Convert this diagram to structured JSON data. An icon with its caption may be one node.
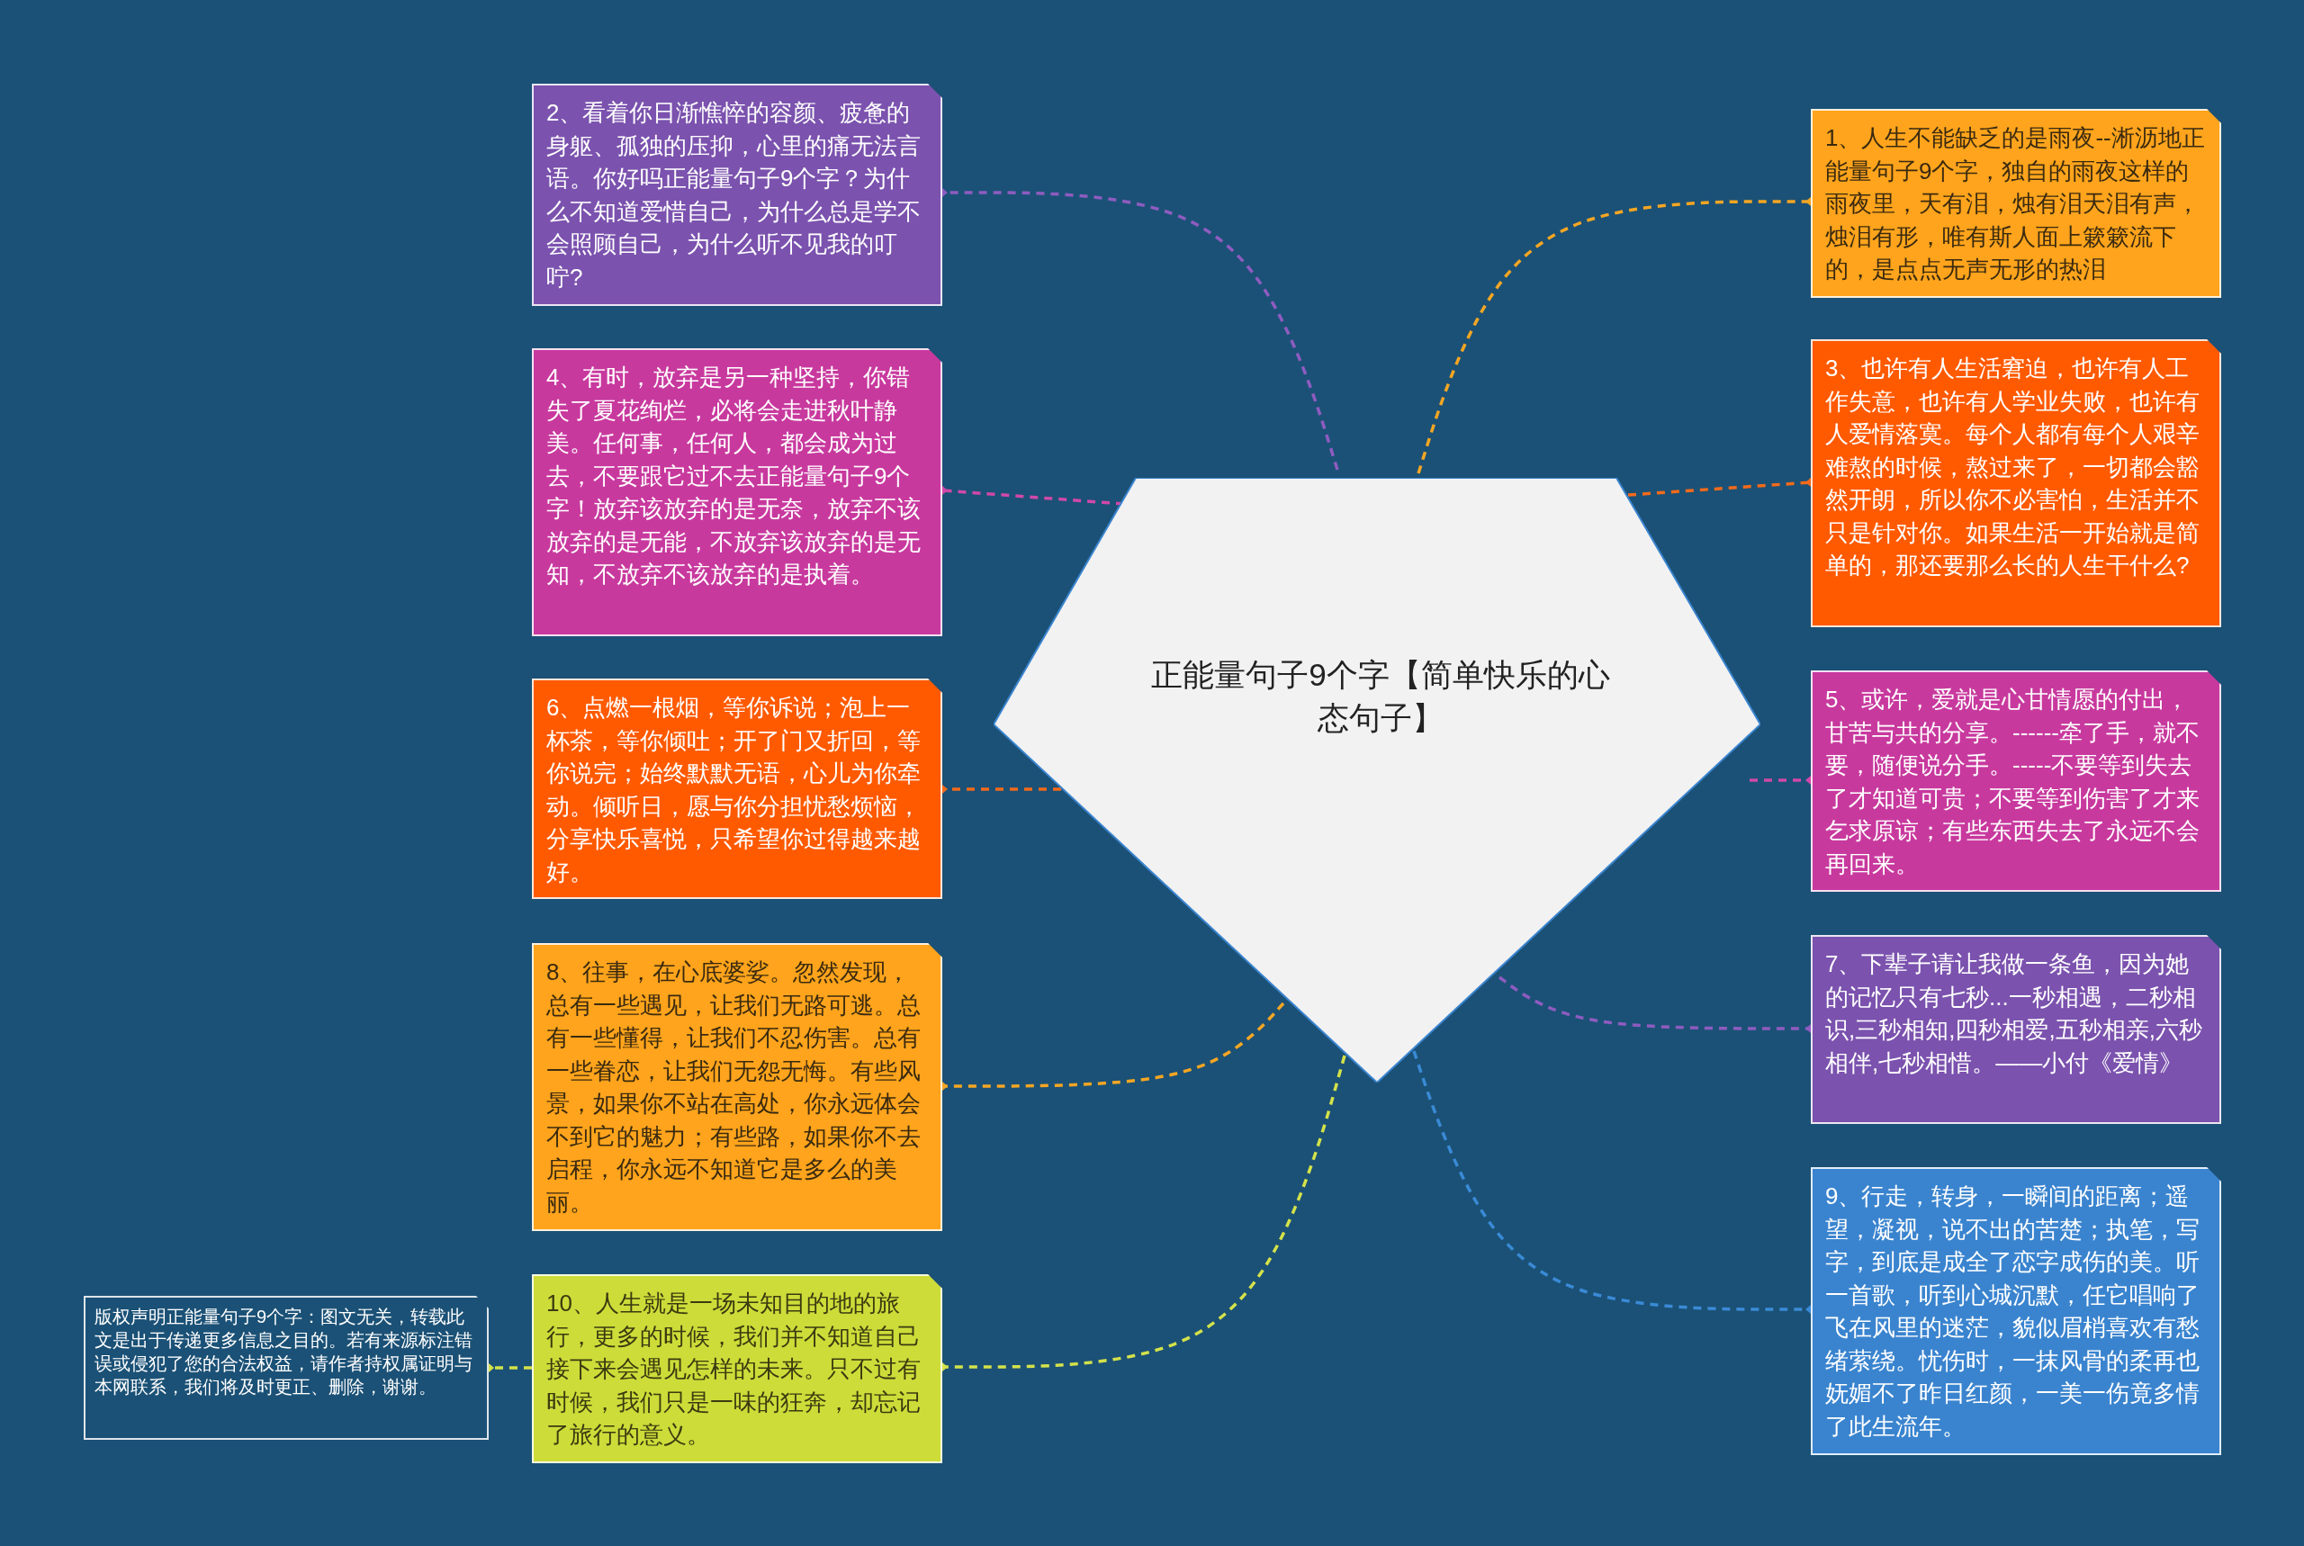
{
  "diagram": {
    "nodes": [
      {
        "text": [
          "正能量句子9个字【简单快乐的心态句子】"
        ]
      },
      {
        "text": [
          "1、人生不能缺乏的是雨夜--淅沥地正能量句子9个字，独自的雨夜这样的雨夜里，天有泪，烛有泪天泪有声，烛泪有形，唯有斯人面上簌簌流下的，是点点无声无形的热泪"
        ]
      },
      {
        "text": [
          "2、看着你日渐憔悴的容颜、疲惫的身躯、孤独的压抑，心里的痛无法言语。你好吗正能量句子9个字？为什么不知道爱惜自己，为什么总是学不会照顾自己，为什么听不见我的叮咛?"
        ]
      },
      {
        "text": [
          "3、也许有人生活窘迫，也许有人工作失意，也许有人学业失败，也许有人爱情落寞。每个人都有每个人艰辛难熬的时候，熬过来了，一切都会豁然开朗，所以你不必害怕，生活并不只是针对你。如果生活一开始就是简单的，那还要那么长的人生干什么?"
        ]
      },
      {
        "text": [
          "4、有时，放弃是另一种坚持，你错失了夏花绚烂，必将会走进秋叶静美。任何事，任何人，都会成为过去，不要跟它过不去正能量句子9个字！放弃该放弃的是无奈，放弃不该放弃的是无能，不放弃该放弃的是无知，不放弃不该放弃的是执着。"
        ]
      },
      {
        "text": [
          "5、或许，爱就是心甘情愿的付出，甘苦与共的分享。------牵了手，就不要，随便说分手。-----不要等到失去了才知道可贵；不要等到伤害了才来乞求原谅；有些东西失去了永远不会再回来。"
        ]
      },
      {
        "text": [
          "6、点燃一根烟，等你诉说；泡上一杯茶，等你倾吐；开了门又折回，等你说完；始终默默无语，心儿为你牵动。倾听日，愿与你分担忧愁烦恼，分享快乐喜悦，只希望你过得越来越好。"
        ]
      },
      {
        "text": [
          "7、下辈子请让我做一条鱼，因为她的记忆只有七秒...一秒相遇，二秒相识,三秒相知,四秒相爱,五秒相亲,六秒相伴,七秒相惜。——小付《爱情》"
        ]
      },
      {
        "text": [
          "8、往事，在心底婆娑。忽然发现，总有一些遇见，让我们无路可逃。总有一些懂得，让我们不忍伤害。总有一些眷恋，让我们无怨无悔。有些风景，如果你不站在高处，你永远体会不到它的魅力；有些路，如果你不去启程，你永远不知道它是多么的美丽。"
        ]
      },
      {
        "text": [
          "9、行走，转身，一瞬间的距离；遥望，凝视，说不出的苦楚；执笔，写字，到底是成全了恋字成伤的美。听一首歌，听到心城沉默，任它唱响了飞在风里的迷茫，貌似眉梢喜欢有愁绪萦绕。忧伤时，一抹风骨的柔再也妩媚不了昨日红颜，一美一伤竟多情了此生流年。"
        ]
      },
      {
        "text": [
          "10、人生就是一场未知目的地的旅行，更多的时候，我们并不知道自己接下来会遇见怎样的未来。只不过有时候，我们只是一味的狂奔，却忘记了旅行的意义。"
        ]
      },
      {
        "text": [
          "版权声明正能量句子9个字：图文无关，转载此文是出于传递更多信息之目的。若有来源标注错误或侵犯了您的合法权益，请作者持权属证明与本网联系，我们将及时更正、删除，谢谢。"
        ]
      }
    ],
    "edges": [
      {
        "from": 0,
        "to": 1,
        "arrow": "other",
        "style": "dashed",
        "color": "#f5a623"
      },
      {
        "from": 0,
        "to": 2,
        "arrow": "other",
        "style": "dashed",
        "color": "#8e5cc0"
      },
      {
        "from": 0,
        "to": 3,
        "arrow": "other",
        "style": "dashed",
        "color": "#f26a1b"
      },
      {
        "from": 0,
        "to": 4,
        "arrow": "other",
        "style": "dashed",
        "color": "#d048a8"
      },
      {
        "from": 0,
        "to": 5,
        "arrow": "other",
        "style": "dashed",
        "color": "#d048a8"
      },
      {
        "from": 0,
        "to": 6,
        "arrow": "other",
        "style": "dashed",
        "color": "#f26a1b"
      },
      {
        "from": 0,
        "to": 7,
        "arrow": "other",
        "style": "dashed",
        "color": "#8e5cc0"
      },
      {
        "from": 0,
        "to": 8,
        "arrow": "other",
        "style": "dashed",
        "color": "#f5a623"
      },
      {
        "from": 0,
        "to": 9,
        "arrow": "other",
        "style": "dashed",
        "color": "#3a8ad6"
      },
      {
        "from": 0,
        "to": 10,
        "arrow": "other",
        "style": "dashed",
        "color": "#d4e24a"
      },
      {
        "from": 10,
        "to": 11,
        "arrow": "other",
        "style": "dashed",
        "color": "#d4e24a"
      }
    ]
  }
}
